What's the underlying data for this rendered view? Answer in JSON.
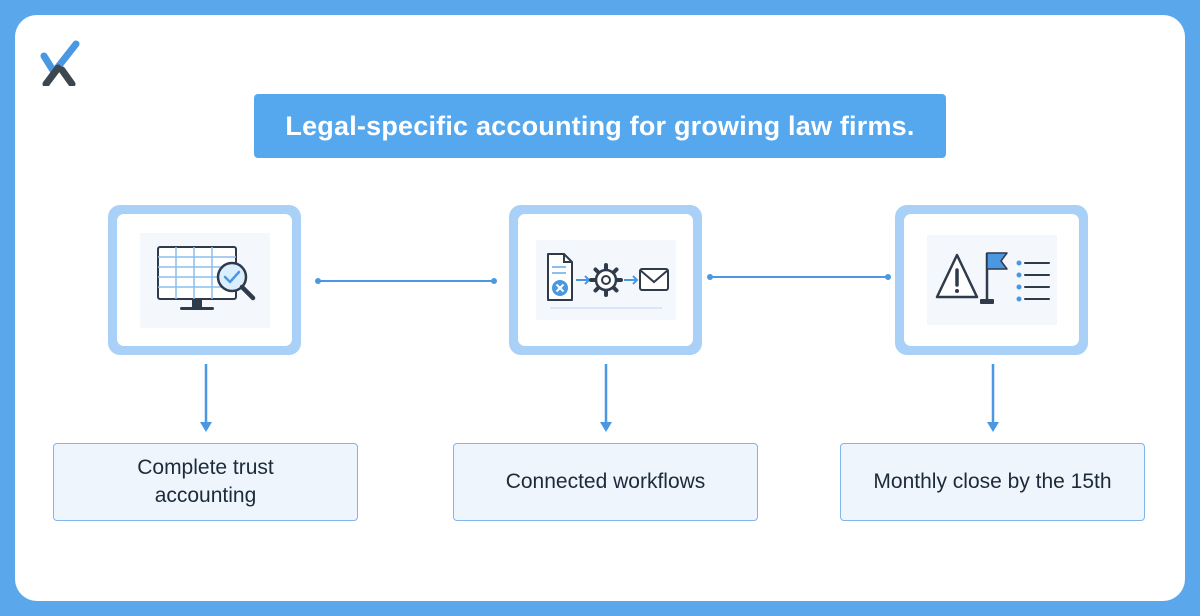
{
  "logo": {
    "icon": "check-x-logo-icon"
  },
  "banner": {
    "text": "Legal-specific accounting for growing law firms."
  },
  "steps": [
    {
      "icon": "monitor-spreadsheet-search-icon",
      "label": "Complete trust accounting"
    },
    {
      "icon": "document-gear-mail-workflow-icon",
      "label": "Connected workflows"
    },
    {
      "icon": "warning-flag-checklist-icon",
      "label": "Monthly close by the 15th"
    }
  ],
  "colors": {
    "background": "#5aa7ec",
    "banner": "#56a8ee",
    "icon_frame": "#a9d0f6",
    "connector": "#4a98e2",
    "label_fill": "#eef5fc",
    "label_border": "#7fb7ea"
  }
}
